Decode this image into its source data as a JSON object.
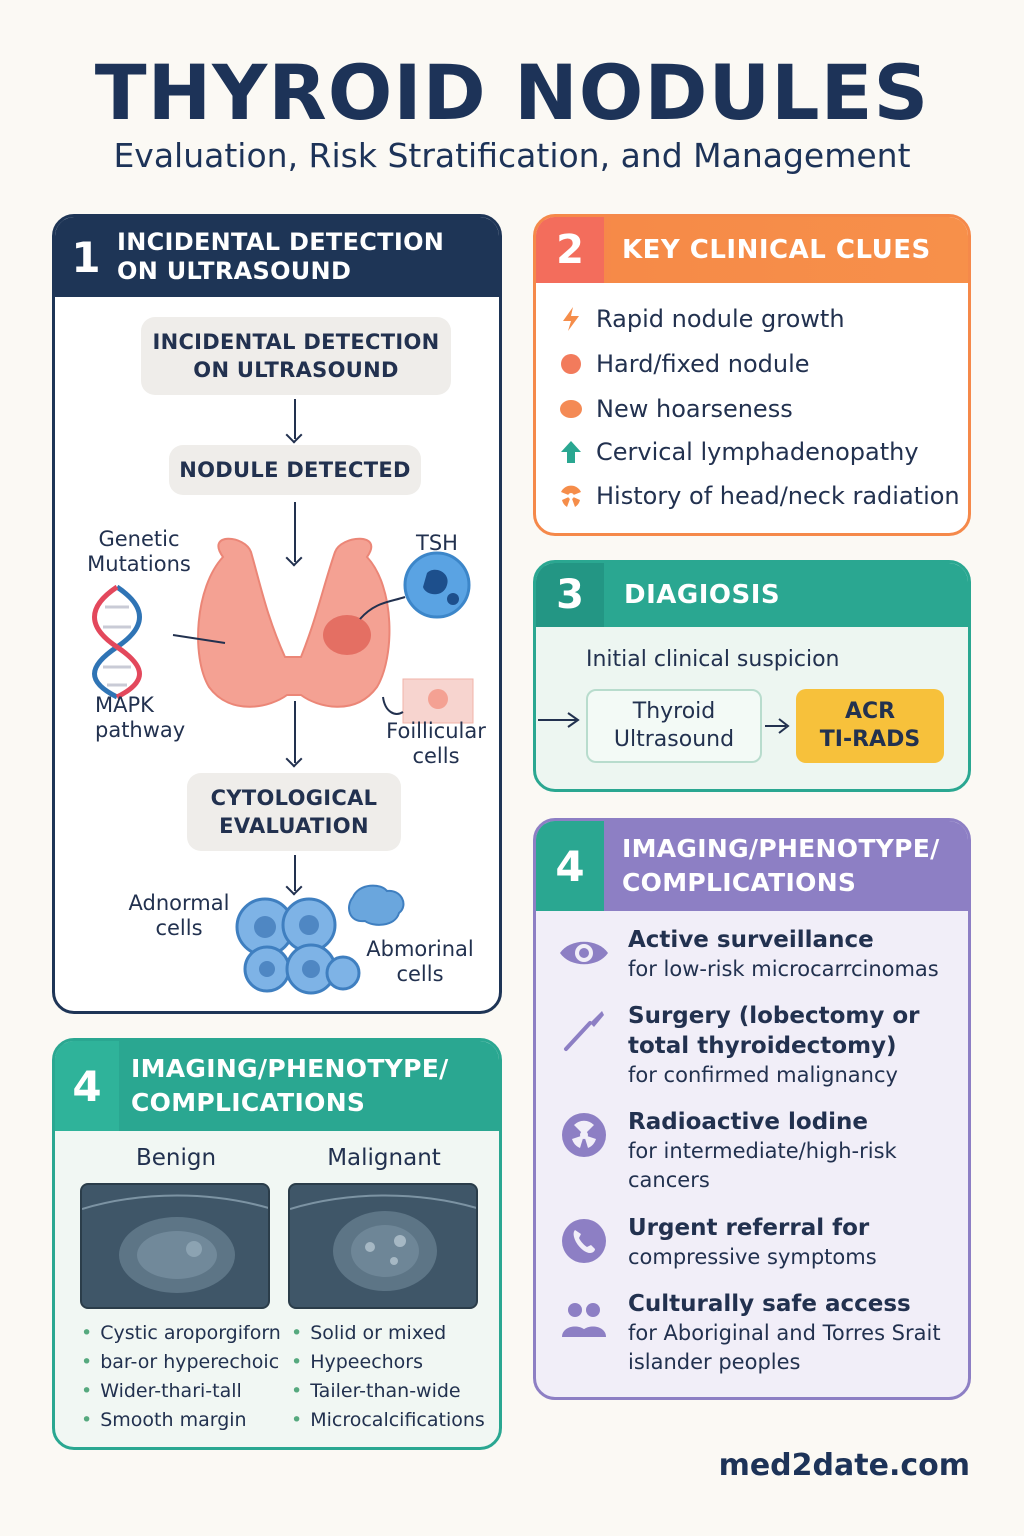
{
  "header": {
    "title": "THYROID NODULES",
    "subtitle": "Evaluation, Risk Stratification, and Management"
  },
  "panel1": {
    "number": "1",
    "title_line1": "INCIDENTAL DETECTION",
    "title_line2": "ON ULTRASOUND",
    "box1_line1": "INCIDENTAL DETECTION",
    "box1_line2": "ON ULTRASOUND",
    "box2": "NODULE DETECTED",
    "box3_line1": "CYTOLOGICAL",
    "box3_line2": "EVALUATION",
    "label_genetic_line1": "Genetic",
    "label_genetic_line2": "Mutations",
    "label_mapk_line1": "MAPK",
    "label_mapk_line2": "pathway",
    "label_tsh": "TSH",
    "label_follicular_line1": "Foillicular",
    "label_follicular_line2": "cells",
    "label_adnormal_line1": "Adnormal",
    "label_adnormal_line2": "cells",
    "label_abmorinal_line1": "Abmorinal",
    "label_abmorinal_line2": "cells"
  },
  "panel2": {
    "number": "2",
    "title": "KEY CLINICAL CLUES",
    "items": [
      {
        "icon": "lightning-icon",
        "label": "Rapid nodule growth",
        "color": "#f58d4a"
      },
      {
        "icon": "dot-icon",
        "label": "Hard/fixed nodule",
        "color": "#f27b5c"
      },
      {
        "icon": "dot-icon",
        "label": "New hoarseness",
        "color": "#f48a55"
      },
      {
        "icon": "up-arrow-icon",
        "label": "Cervical lymphadenopathy",
        "color": "#2aa791"
      },
      {
        "icon": "radiation-icon",
        "label": "History of head/neck radiation",
        "color": "#f58d4a"
      }
    ]
  },
  "panel3": {
    "number": "3",
    "title": "DIAGIOSIS",
    "intro": "Initial clinical suspicion",
    "box1_line1": "Thyroid",
    "box1_line2": "Ultrasound",
    "box2_line1": "ACR",
    "box2_line2": "TI-RADS"
  },
  "panel4_right": {
    "number": "4",
    "title_line1": "IMAGING/PHENOTYPE/",
    "title_line2": "COMPLICATIONS",
    "items": [
      {
        "icon": "eye-icon",
        "title": "Active surveillance",
        "sub": "for low-risk microcarrcinomas"
      },
      {
        "icon": "scalpel-icon",
        "title_line1": "Surgery (lobectomy or",
        "title_line2": "total thyroidectomy)",
        "sub": "for confirmed malignancy"
      },
      {
        "icon": "radioactive-icon",
        "title": "Radioactive lodine",
        "sub_line1": "for intermediate/high-risk",
        "sub_line2": "cancers"
      },
      {
        "icon": "phone-icon",
        "title": "Urgent referral for",
        "sub": "compressive symptoms"
      },
      {
        "icon": "people-icon",
        "title": "Culturally safe access",
        "sub_line1": "for Aboriginal and Torres Srait",
        "sub_line2": "islander peoples"
      }
    ]
  },
  "panel4_left": {
    "number": "4",
    "title_line1": "IMAGING/PHENOTYPE/",
    "title_line2": "COMPLICATIONS",
    "benign": {
      "label": "Benign",
      "features": [
        "Cystic aroporgiforn",
        "bar-or hyperechoic",
        "Wider-thari-tall",
        "Smooth margin"
      ]
    },
    "malignant": {
      "label": "Malignant",
      "features": [
        "Solid or mixed",
        "Hypeechors",
        "Tailer-than-wide",
        "Microcalcifications"
      ]
    }
  },
  "footer": {
    "site": "med2date.com"
  },
  "colors": {
    "navy": "#1e3556",
    "orange": "#f7904a",
    "teal": "#2aa791",
    "purple": "#8d7fc4",
    "yellow": "#f7c13b"
  }
}
